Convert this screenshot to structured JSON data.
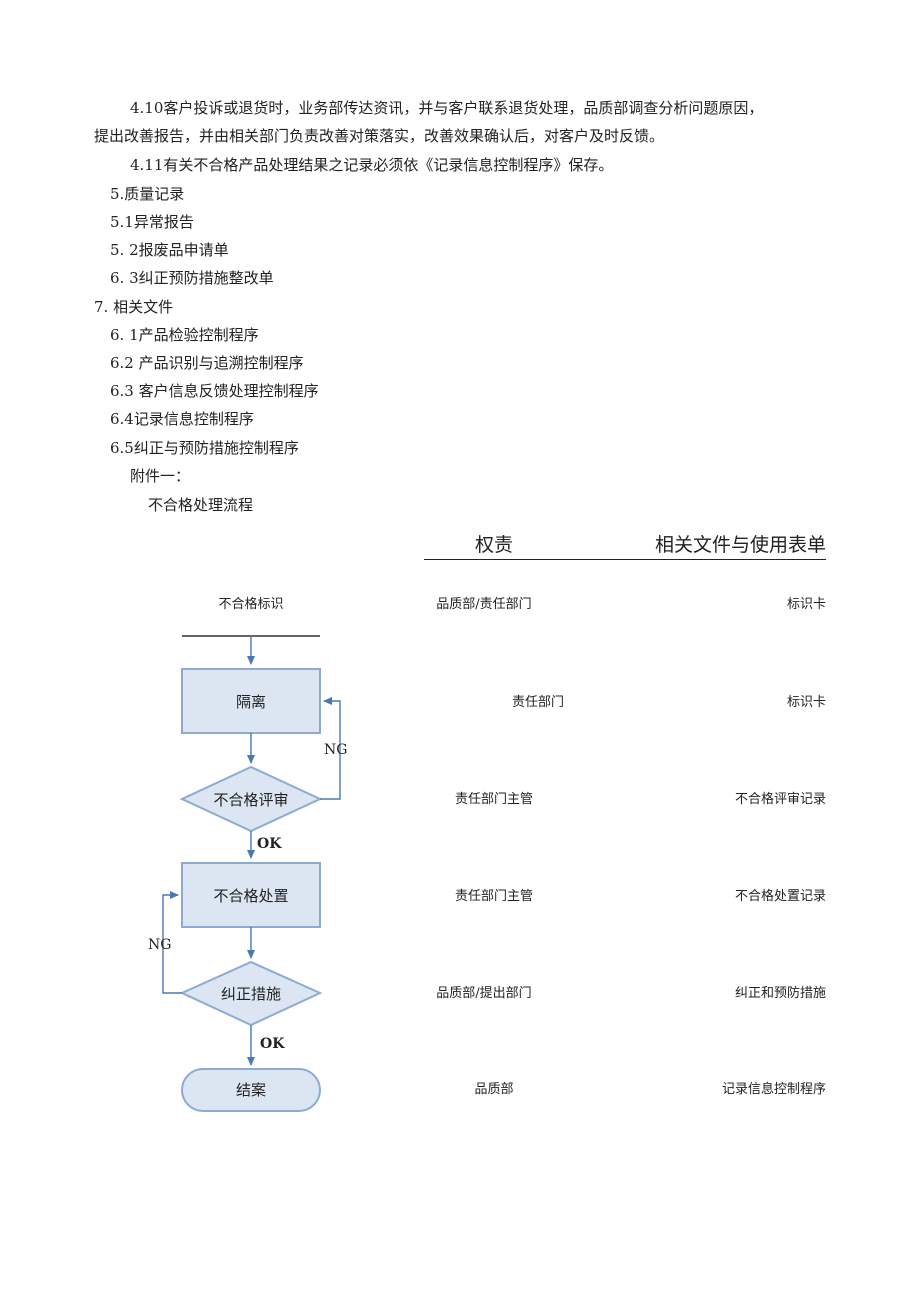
{
  "document": {
    "paragraphs": [
      "4.10客户投诉或退货时，业务部传达资讯，并与客户联系退货处理，品质部调查分析问题原因，",
      "提出改善报告，并由相关部门负责改善对策落实，改善效果确认后，对客户及时反馈。",
      "4.11有关不合格产品处理结果之记录必须依《记录信息控制程序》保存。",
      "5.质量记录",
      "5.1异常报告",
      "5.  2报废品申请单",
      "6.  3纠正预防措施整改单",
      "7.   相关文件",
      "6.  1产品检验控制程序",
      "6.2   产品识别与追溯控制程序",
      "6.3   客户信息反馈处理控制程序",
      "6.4记录信息控制程序",
      "6.5纠正与预防措施控制程序",
      "附件一：",
      "不合格处理流程"
    ]
  },
  "table_header": {
    "authority": "权责",
    "documents": "相关文件与使用表单"
  },
  "flow": {
    "start": "不合格标识",
    "isolate": "隔离",
    "review": "不合格评审",
    "dispose": "不合格处置",
    "correct": "纠正措施",
    "close": "结案",
    "ng1": "NG",
    "ok1": "OK",
    "ng2": "NG",
    "ok2": "OK"
  },
  "rows": [
    {
      "authority": "品质部/责任部门",
      "doc": "标识卡"
    },
    {
      "authority": "责任部门",
      "doc": "标识卡"
    },
    {
      "authority": "责任部门主管",
      "doc": "不合格评审记录"
    },
    {
      "authority": "责任部门主管",
      "doc": "不合格处置记录"
    },
    {
      "authority": "品质部/提出部门",
      "doc": "纠正和预防措施"
    },
    {
      "authority": "品质部",
      "doc": "记录信息控制程序"
    }
  ],
  "colors": {
    "shape_fill": "#dce6f2",
    "shape_stroke": "#8eaad2",
    "arrow": "#4a78b5"
  }
}
